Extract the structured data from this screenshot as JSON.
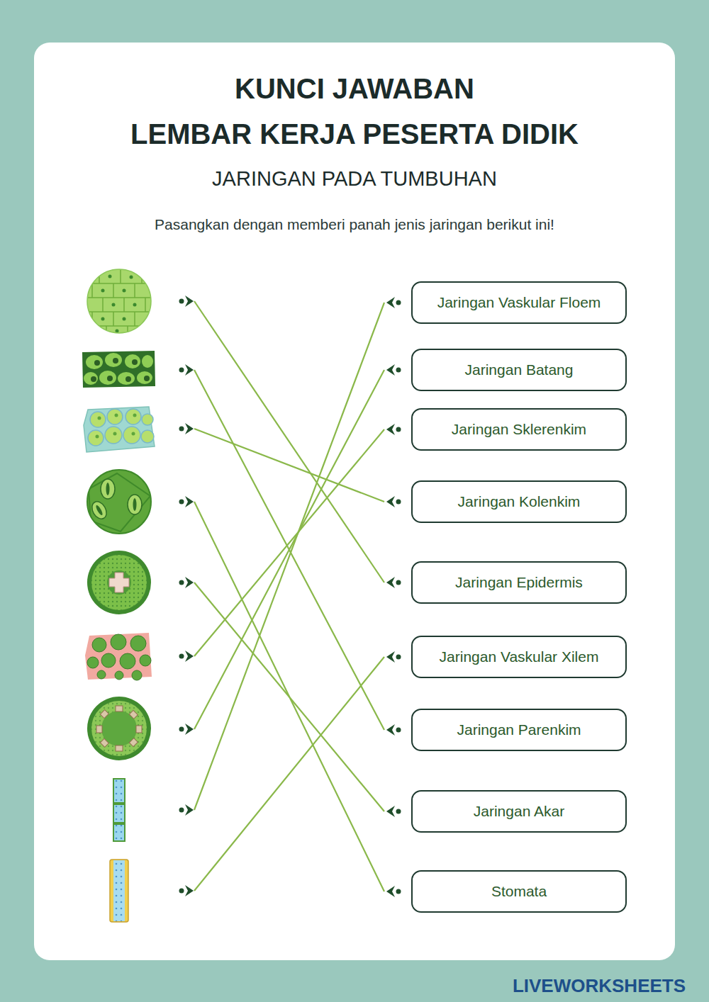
{
  "diagram": {
    "title": "KUNCI JAWABAN",
    "nodes": [
      {
        "text": []
      },
      {
        "text": []
      },
      {
        "text": []
      },
      {
        "text": []
      },
      {
        "text": []
      },
      {
        "text": []
      },
      {
        "text": []
      },
      {
        "text": []
      },
      {
        "text": []
      },
      {
        "text": [
          "Jaringan Vaskular Floem"
        ]
      },
      {
        "text": [
          "Jaringan Batang"
        ]
      },
      {
        "text": [
          "Jaringan Sklerenkim"
        ]
      },
      {
        "text": [
          "Jaringan Kolenkim"
        ]
      },
      {
        "text": [
          "Jaringan Epidermis"
        ]
      },
      {
        "text": [
          "Jaringan Vaskular Xilem"
        ]
      },
      {
        "text": [
          "Jaringan Parenkim"
        ]
      },
      {
        "text": [
          "Jaringan Akar"
        ]
      },
      {
        "text": [
          "Stomata"
        ]
      }
    ],
    "edges": [
      {
        "from": 0,
        "to": 13,
        "arrow": "none"
      },
      {
        "from": 1,
        "to": 15,
        "arrow": "none"
      },
      {
        "from": 2,
        "to": 12,
        "arrow": "none"
      },
      {
        "from": 3,
        "to": 17,
        "arrow": "none"
      },
      {
        "from": 4,
        "to": 16,
        "arrow": "none"
      },
      {
        "from": 5,
        "to": 11,
        "arrow": "none"
      },
      {
        "from": 6,
        "to": 10,
        "arrow": "none"
      },
      {
        "from": 7,
        "to": 9,
        "arrow": "none"
      },
      {
        "from": 8,
        "to": 14,
        "arrow": "none"
      }
    ],
    "labels": [
      "LEMBAR KERJA PESERTA DIDIK",
      "JARINGAN PADA TUMBUHAN",
      "Pasangkan dengan memberi panah jenis jaringan berikut ini!",
      "LIVEWORKSHEETS"
    ]
  }
}
